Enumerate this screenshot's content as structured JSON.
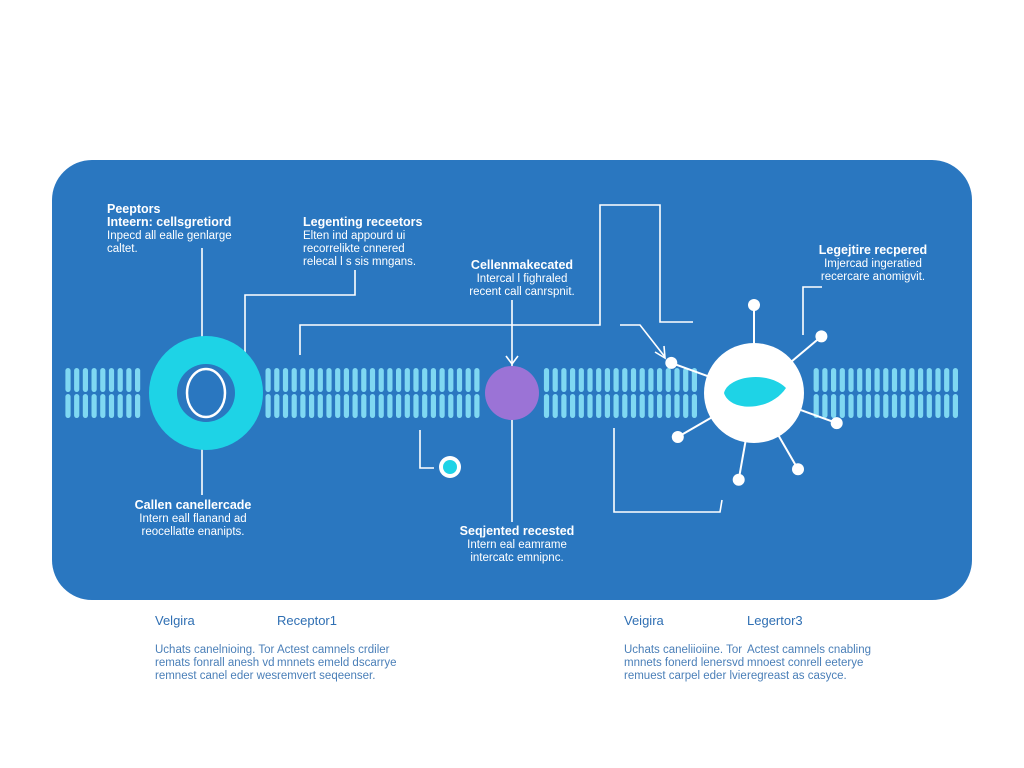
{
  "palette": {
    "panel": "#2a77c0",
    "line": "#ffffff",
    "membrane_head": "#7fd8f2",
    "cyan": "#1ed3e6",
    "purple": "#9b73d6",
    "legend_title": "#2f6fb3",
    "legend_text": "#4a7fb8"
  },
  "annotations": [
    {
      "title_lines": [
        "Peeptors",
        "Inteern: cellsgretiord"
      ],
      "body_lines": [
        "Inpecd all ealle genlarge",
        "caltet."
      ]
    },
    {
      "title_lines": [
        "Legenting receetors"
      ],
      "body_lines": [
        "Elten ind appourd ui",
        "recorrelikte cnnered",
        "relecal l s sis mngans."
      ]
    },
    {
      "title_lines": [
        "Cellenmakecated"
      ],
      "body_lines": [
        "Intercal l fighraled",
        "recent call canrspnit."
      ]
    },
    {
      "title_lines": [
        "Legejtire recpered"
      ],
      "body_lines": [
        "Imjercad ingeratied",
        "recercare anomigvit."
      ]
    },
    {
      "title_lines": [
        "Callen canellercade"
      ],
      "body_lines": [
        "Intern eall flanand ad",
        "reocellatte enanipts."
      ]
    },
    {
      "title_lines": [
        "Seqjented recested"
      ],
      "body_lines": [
        "Intern eal eamrame",
        "intercatc emnipnc."
      ]
    }
  ],
  "legend": [
    {
      "title": "Velgira",
      "lines": [
        "Uchats canelnioing. Tor",
        "remats fonrall anesh vd",
        "remnest canel eder wes."
      ]
    },
    {
      "title": "Receptor1",
      "lines": [
        "Actest camnels crdiler",
        "mnnets emeld dscarrye",
        "remvert seqeenser."
      ]
    },
    {
      "title": "Veigira",
      "lines": [
        "Uchats caneliioiine. Tor",
        "mnnets fonerd lenersvd",
        "remuest carpel eder lvie."
      ]
    },
    {
      "title": "Legertor3",
      "lines": [
        "Actest camnels cnabling",
        "mnoest conrell eeterye",
        "regreast as casyce."
      ]
    }
  ]
}
